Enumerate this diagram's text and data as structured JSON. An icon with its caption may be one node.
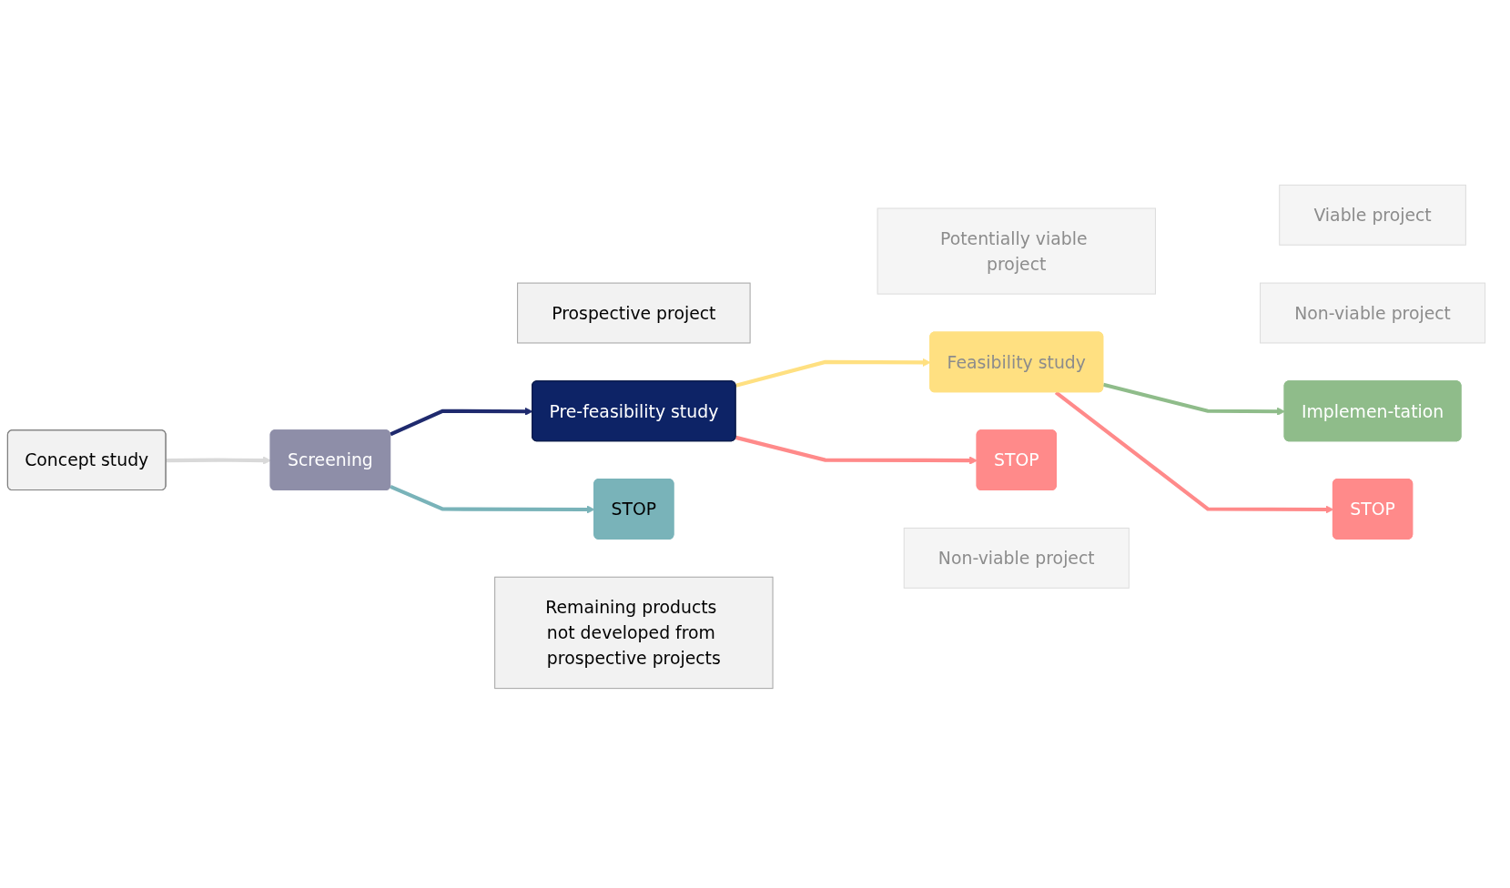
{
  "diagram": {
    "nodes": [
      {
        "text": [
          "Concept study"
        ]
      },
      {
        "text": [
          "Screening"
        ]
      },
      {
        "text": [
          "Prospective project"
        ]
      },
      {
        "text": [
          "Pre-feasibility study"
        ]
      },
      {
        "text": [
          "STOP"
        ]
      },
      {
        "text": [
          "Remaining products not developed from prospective projects"
        ]
      },
      {
        "text": [
          "Potentially viable project"
        ]
      },
      {
        "text": [
          "Feasibility study"
        ]
      },
      {
        "text": [
          "STOP"
        ]
      },
      {
        "text": [
          "Non-viable project"
        ]
      },
      {
        "text": [
          "Viable project"
        ]
      },
      {
        "text": [
          "Implemen-tation"
        ]
      },
      {
        "text": [
          "STOP"
        ]
      },
      {
        "text": [
          "Non-viable project"
        ]
      }
    ],
    "edges": [
      {
        "from": 0,
        "to": 1,
        "arrow": "to",
        "color": "#d9d9d9"
      },
      {
        "from": 1,
        "to": 3,
        "arrow": "to",
        "color": "#1f2a6e"
      },
      {
        "from": 1,
        "to": 4,
        "arrow": "to",
        "color": "#79b3b9"
      },
      {
        "from": 3,
        "to": 7,
        "arrow": "to",
        "color": "#ffe081"
      },
      {
        "from": 3,
        "to": 8,
        "arrow": "to",
        "color": "#ff8a8a"
      },
      {
        "from": 7,
        "to": 11,
        "arrow": "to",
        "color": "#8fbc8a"
      },
      {
        "from": 7,
        "to": 12,
        "arrow": "to",
        "color": "#ff8a8a"
      }
    ]
  }
}
